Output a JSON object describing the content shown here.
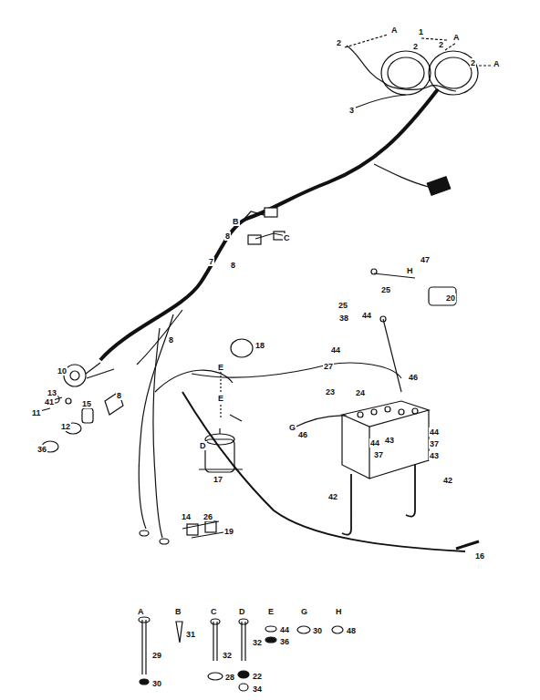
{
  "diagram": {
    "labels": [
      "2",
      "A",
      "1",
      "2",
      "2",
      "A",
      "2",
      "A",
      "3",
      "B",
      "C",
      "8",
      "8",
      "7",
      "47",
      "H",
      "20",
      "25",
      "25",
      "38",
      "44",
      "44",
      "18",
      "8",
      "10",
      "13",
      "41",
      "11",
      "15",
      "8",
      "12",
      "36",
      "E",
      "E",
      "D",
      "27",
      "46",
      "24",
      "23",
      "46",
      "G",
      "44",
      "37",
      "43",
      "44",
      "37",
      "43",
      "17",
      "42",
      "42",
      "14",
      "26",
      "19",
      "16",
      "A",
      "B",
      "C",
      "D",
      "E",
      "G",
      "H",
      "29",
      "30",
      "31",
      "32",
      "28",
      "22",
      "34",
      "32",
      "44",
      "36",
      "30",
      "48"
    ]
  }
}
